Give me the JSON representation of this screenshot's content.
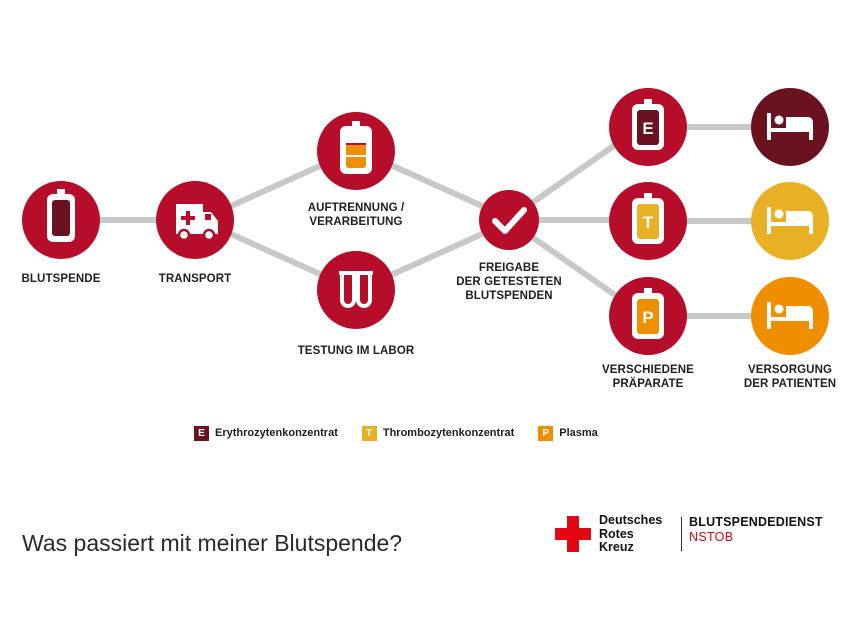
{
  "colors": {
    "node_red": "#b50d2a",
    "dark_red": "#6a1220",
    "yellow": "#e8b125",
    "orange": "#ef8f00",
    "connector": "#c7c8ca",
    "dkr_red": "#e30613"
  },
  "nodes": [
    {
      "id": "blutspende",
      "icon": "blood-bag-icon",
      "label": "BLUTSPENDE"
    },
    {
      "id": "transport",
      "icon": "ambulance-icon",
      "label": "TRANSPORT"
    },
    {
      "id": "auftrennung",
      "icon": "separated-bag-icon",
      "label": "AUFTRENNUNG /\nVERARBEITUNG"
    },
    {
      "id": "testung",
      "icon": "test-tubes-icon",
      "label": "TESTUNG IM LABOR"
    },
    {
      "id": "freigabe",
      "icon": "checkmark-icon",
      "label": "FREIGABE\nDER GETESTETEN\nBLUTSPENDEN"
    },
    {
      "id": "praep_e",
      "icon": "bag-e-icon",
      "letter": "E"
    },
    {
      "id": "praep_t",
      "icon": "bag-t-icon",
      "letter": "T"
    },
    {
      "id": "praep_p",
      "icon": "bag-p-icon",
      "letter": "P"
    },
    {
      "id": "patient_e",
      "icon": "hospital-bed-icon"
    },
    {
      "id": "patient_t",
      "icon": "hospital-bed-icon"
    },
    {
      "id": "patient_p",
      "icon": "hospital-bed-icon"
    }
  ],
  "column_labels": {
    "praeparate": "VERSCHIEDENE\nPRÄPARATE",
    "versorgung": "VERSORGUNG\nDER PATIENTEN"
  },
  "legend": [
    {
      "letter": "E",
      "label": "Erythrozytenkonzentrat",
      "color": "#6a1220"
    },
    {
      "letter": "T",
      "label": "Thrombozytenkonzentrat",
      "color": "#e8b125"
    },
    {
      "letter": "P",
      "label": "Plasma",
      "color": "#ef8f00"
    }
  ],
  "title": "Was passiert mit meiner Blutspende?",
  "logo": {
    "org_name": "Deutsches\nRotes\nKreuz",
    "service": "BLUTSPENDEDIENST",
    "region": "NSTOB"
  }
}
